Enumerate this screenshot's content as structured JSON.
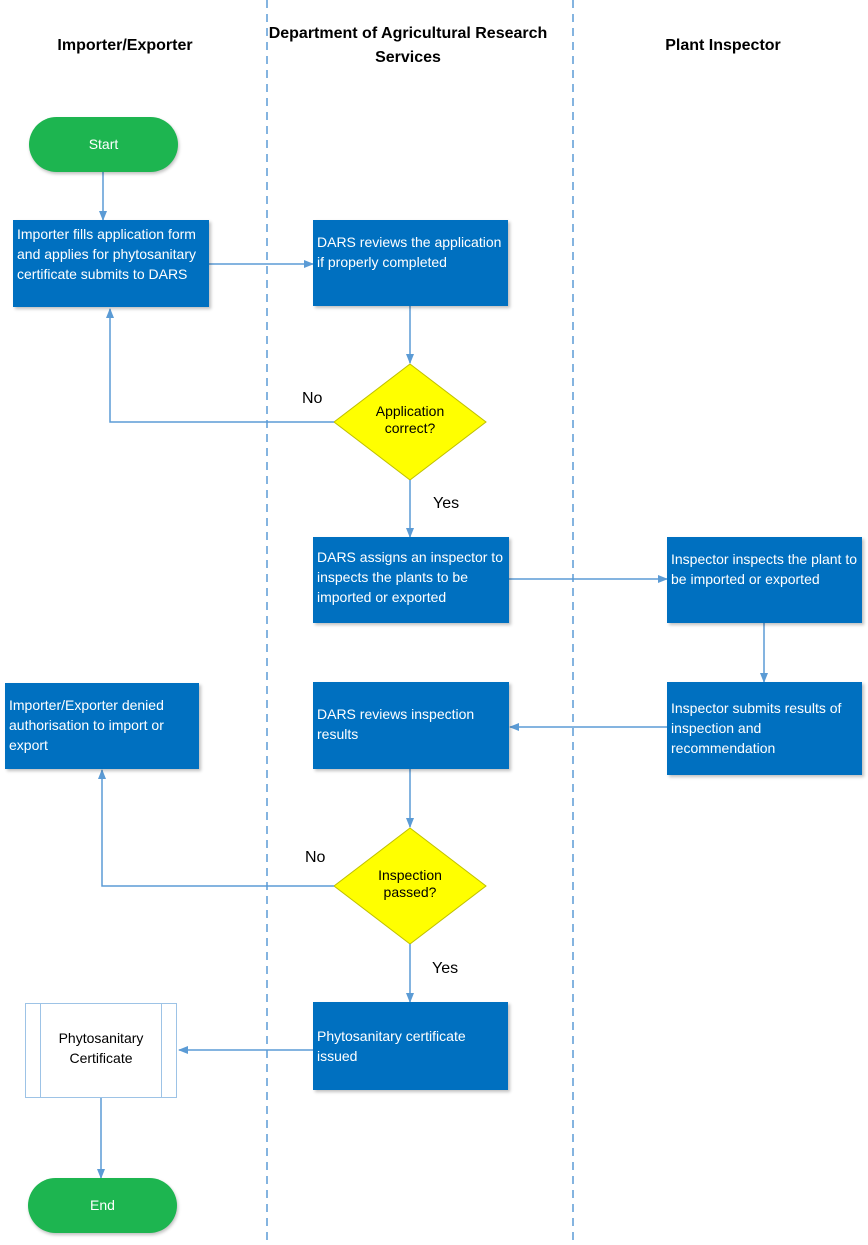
{
  "lanes": {
    "importer": "Importer/Exporter",
    "dars": "Department of Agricultural Research Services",
    "inspector": "Plant Inspector"
  },
  "nodes": {
    "start": "Start",
    "end": "End",
    "apply": "Importer fills application form and applies for phytosanitary certificate submits to DARS",
    "review_app": "DARS reviews the application if properly completed",
    "decision_app": "Application correct?",
    "assign": "DARS assigns an inspector to inspects the plants to be imported or exported",
    "inspect": "Inspector inspects the plant to be imported or exported",
    "submit_results": "Inspector submits results of inspection and recommendation",
    "review_results": "DARS reviews inspection results",
    "denied": "Importer/Exporter denied authorisation to import or export",
    "decision_insp": "Inspection passed?",
    "issued": "Phytosanitary certificate issued",
    "certificate": "Phytosanitary Certificate"
  },
  "edge_labels": {
    "no_1": "No",
    "yes_1": "Yes",
    "no_2": "No",
    "yes_2": "Yes"
  },
  "colors": {
    "process": "#0070c0",
    "terminal": "#1db550",
    "decision": "#ffff00",
    "connector": "#5b9bd5",
    "lane_divider": "#5b9bd5"
  }
}
